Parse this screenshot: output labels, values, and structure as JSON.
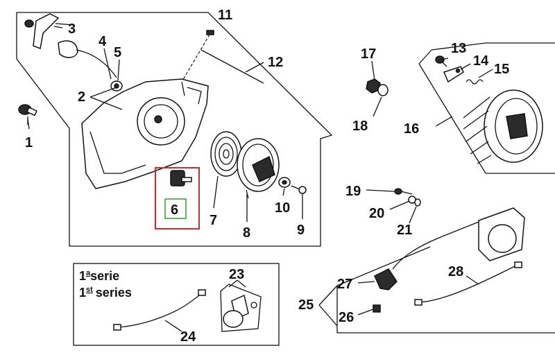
{
  "diagram": {
    "callouts": {
      "n1": "1",
      "n2": "2",
      "n3": "3",
      "n4": "4",
      "n5": "5",
      "n6": "6",
      "n7": "7",
      "n8": "8",
      "n9": "9",
      "n10": "10",
      "n11": "11",
      "n12": "12",
      "n13": "13",
      "n14": "14",
      "n15": "15",
      "n16": "16",
      "n17": "17",
      "n18": "18",
      "n19": "19",
      "n20": "20",
      "n21": "21",
      "n23": "23",
      "n24": "24",
      "n25": "25",
      "n26": "26",
      "n27": "27",
      "n28": "28"
    },
    "series_box": {
      "line1_prefix": "1",
      "line1_sup": "a",
      "line1_text": "serie",
      "line2_prefix": "1",
      "line2_sup": "st",
      "line2_text": "series"
    },
    "highlight": {
      "frame_color": "#d62728",
      "label_box_color": "#2ca02c"
    }
  }
}
